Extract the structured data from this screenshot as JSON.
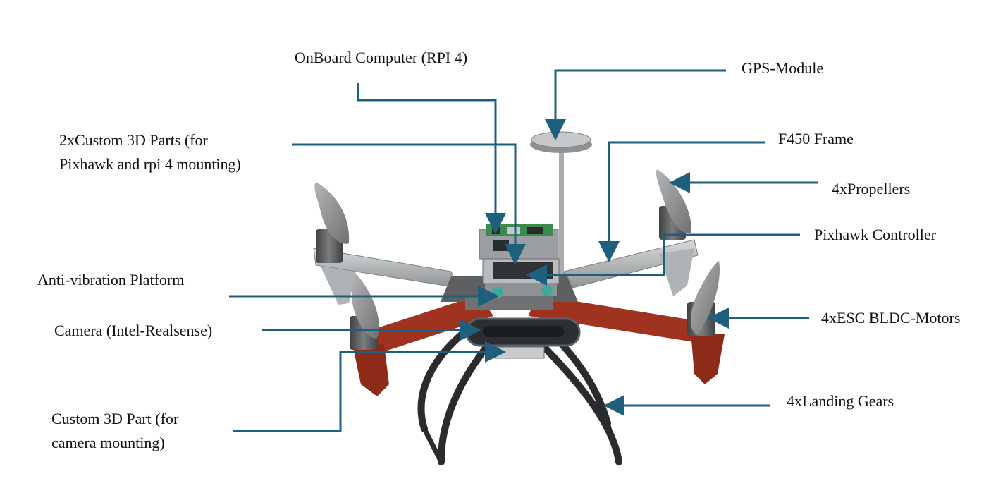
{
  "colors": {
    "leader": "#1f5f7e",
    "frame_grey": "#b9bcbe",
    "frame_red": "#a0331f",
    "prop_grey": "#9a9c9d",
    "motor_dark": "#4c4e50",
    "gear_black": "#2a2b2d",
    "camera_dark": "#2b2e33",
    "pcb_green": "#3c8a4e",
    "teal_damper": "#3ea89a"
  },
  "icons": {
    "gps": "gps-puck-icon",
    "propeller": "propeller-icon",
    "motor": "motor-icon"
  },
  "labels": {
    "onboard_computer": "OnBoard Computer (RPI 4)",
    "gps_module": "GPS-Module",
    "custom_parts_line1": "2xCustom 3D Parts (for",
    "custom_parts_line2": "Pixhawk and rpi 4 mounting)",
    "f450_frame": "F450 Frame",
    "propellers": "4xPropellers",
    "pixhawk": "Pixhawk Controller",
    "anti_vibration": "Anti-vibration Platform",
    "camera": "Camera (Intel-Realsense)",
    "motors": "4xESC BLDC-Motors",
    "landing_gears": "4xLanding Gears",
    "camera_mount_line1": "Custom 3D Part (for",
    "camera_mount_line2": "camera mounting)"
  }
}
